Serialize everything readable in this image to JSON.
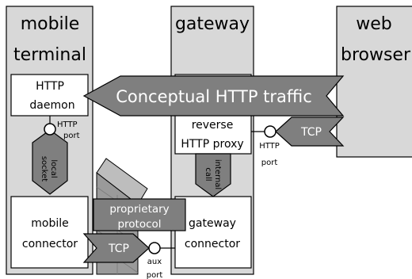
{
  "columns": {
    "mobile_terminal": {
      "title_line1": "mobile",
      "title_line2": "terminal"
    },
    "gateway": {
      "title": "gateway"
    },
    "web_browser": {
      "title_line1": "web",
      "title_line2": "browser"
    }
  },
  "components": {
    "http_daemon": {
      "line1": "HTTP",
      "line2": "daemon"
    },
    "reverse_proxy": {
      "line1": "reverse",
      "line2": "HTTP proxy"
    },
    "mobile_connector": {
      "line1": "mobile",
      "line2": "connector"
    },
    "gateway_connector": {
      "line1": "gateway",
      "line2": "connector"
    }
  },
  "arrows": {
    "conceptual": "Conceptual HTTP traffic",
    "proprietary_line1": "proprietary",
    "proprietary_line2": "protocol",
    "local_socket_line1": "local",
    "local_socket_line2": "socket",
    "internal_call_line1": "internal",
    "internal_call_line2": "call",
    "tcp_right": "TCP",
    "tcp_left": "TCP"
  },
  "ports": {
    "http_left_line1": "HTTP",
    "http_left_line2": "port",
    "http_right_line1": "HTTP",
    "http_right_line2": "port",
    "aux_line1": "aux",
    "aux_line2": "port"
  },
  "colors": {
    "column_fill": "#d8d8d8",
    "arrow_fill": "#7f7f7f",
    "box_fill": "#ffffff"
  }
}
